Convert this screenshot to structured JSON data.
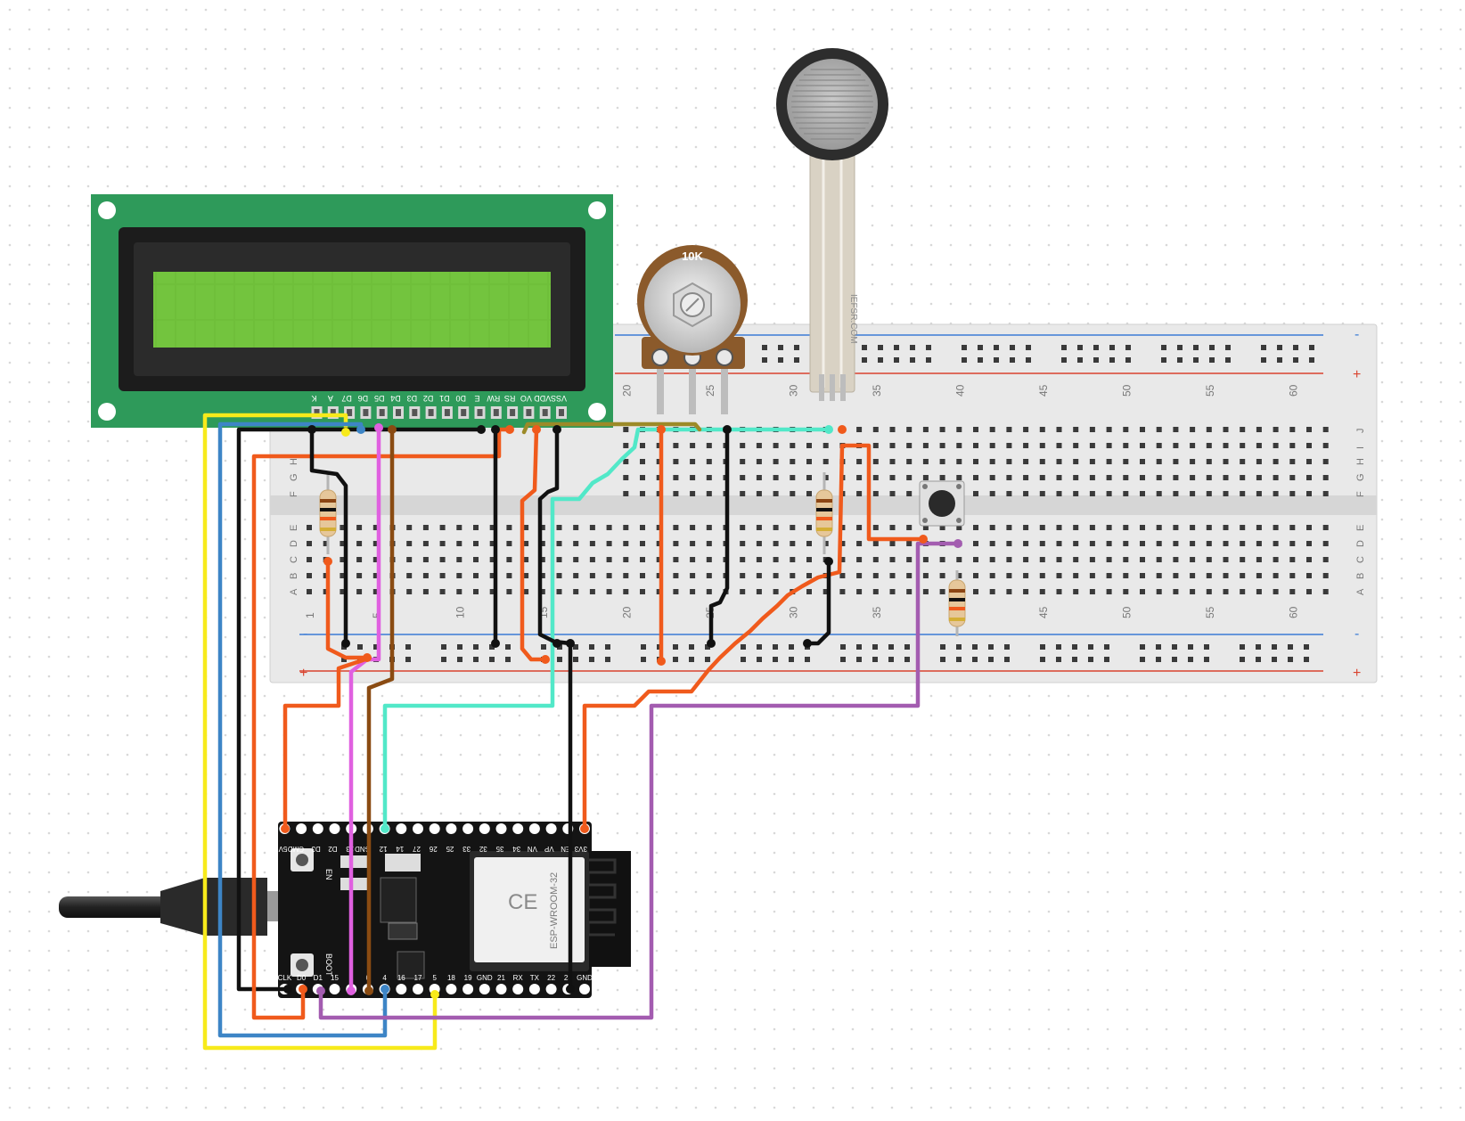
{
  "breadboard": {
    "row_letters_top": [
      "J",
      "I",
      "H",
      "G",
      "F"
    ],
    "row_letters_bottom": [
      "E",
      "D",
      "C",
      "B",
      "A"
    ],
    "column_numbers_top": [
      "20",
      "25",
      "30",
      "35",
      "40",
      "45",
      "50",
      "55",
      "60"
    ],
    "column_numbers_bottom": [
      "1",
      "5",
      "10",
      "15",
      "20",
      "25",
      "30",
      "35",
      "40",
      "45",
      "50",
      "55",
      "60"
    ],
    "rail_plus": "+",
    "rail_minus": "-",
    "rail_blue": "#3a7bd5",
    "rail_red": "#d9432f"
  },
  "lcd": {
    "pins": [
      "VSS",
      "VDD",
      "VO",
      "RS",
      "RW",
      "E",
      "D0",
      "D1",
      "D2",
      "D3",
      "D4",
      "D5",
      "D6",
      "D7",
      "A",
      "K"
    ],
    "pcb_color": "#2e9a5a",
    "screen_color": "#6fbf3a"
  },
  "potentiometer": {
    "label": "10K"
  },
  "fsr": {
    "label": "IEFSR.COM"
  },
  "esp32": {
    "top_pins": [
      "3V3",
      "EN",
      "VP",
      "VN",
      "34",
      "35",
      "32",
      "33",
      "25",
      "26",
      "27",
      "14",
      "12",
      "GND",
      "13",
      "D2",
      "D3",
      "CMD",
      "5V"
    ],
    "bottom_pins": [
      "GND",
      "23",
      "22",
      "TX",
      "RX",
      "21",
      "GND",
      "19",
      "18",
      "5",
      "17",
      "16",
      "4",
      "0",
      "2",
      "15",
      "D1",
      "D0",
      "CLK"
    ],
    "module_text": "ESP-WROOM-32",
    "button_en": "EN",
    "button_boot": "BOOT"
  },
  "wire_colors": {
    "yellow": "#f7ea1b",
    "blue": "#3d85c6",
    "black": "#111111",
    "orange": "#f05a1c",
    "magenta": "#e060e0",
    "brown": "#8a4b12",
    "teal": "#52e8c8",
    "purple": "#a35cb0",
    "olive": "#9c8a28"
  }
}
